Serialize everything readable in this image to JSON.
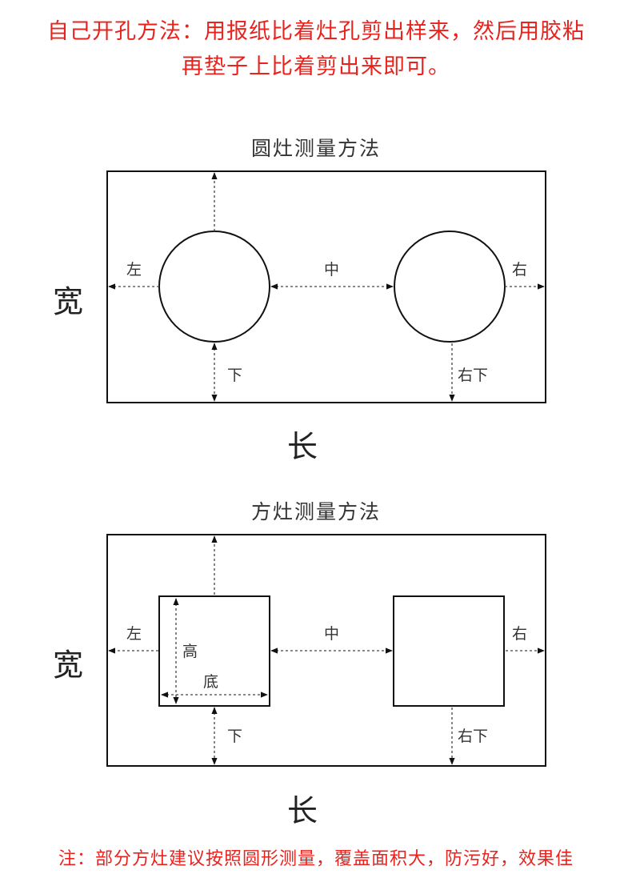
{
  "header": {
    "line1": "自己开孔方法：用报纸比着灶孔剪出样来，然后用胶粘",
    "line2": "再垫子上比着剪出来即可。"
  },
  "round_section": {
    "title": "圆灶测量方法",
    "width_label": "宽",
    "length_label": "长",
    "labels": {
      "left": "左",
      "middle": "中",
      "right": "右",
      "bottom": "下",
      "bottom_right": "右下"
    }
  },
  "square_section": {
    "title": "方灶测量方法",
    "width_label": "宽",
    "length_label": "长",
    "labels": {
      "left": "左",
      "middle": "中",
      "right": "右",
      "height": "高",
      "base": "底",
      "bottom": "下",
      "bottom_right": "右下"
    }
  },
  "footer": {
    "note": "注：部分方灶建议按照圆形测量，覆盖面积大，防污好，效果佳"
  },
  "colors": {
    "accent_red": "#e8231e",
    "line": "#111111",
    "dashed": "#555555"
  }
}
